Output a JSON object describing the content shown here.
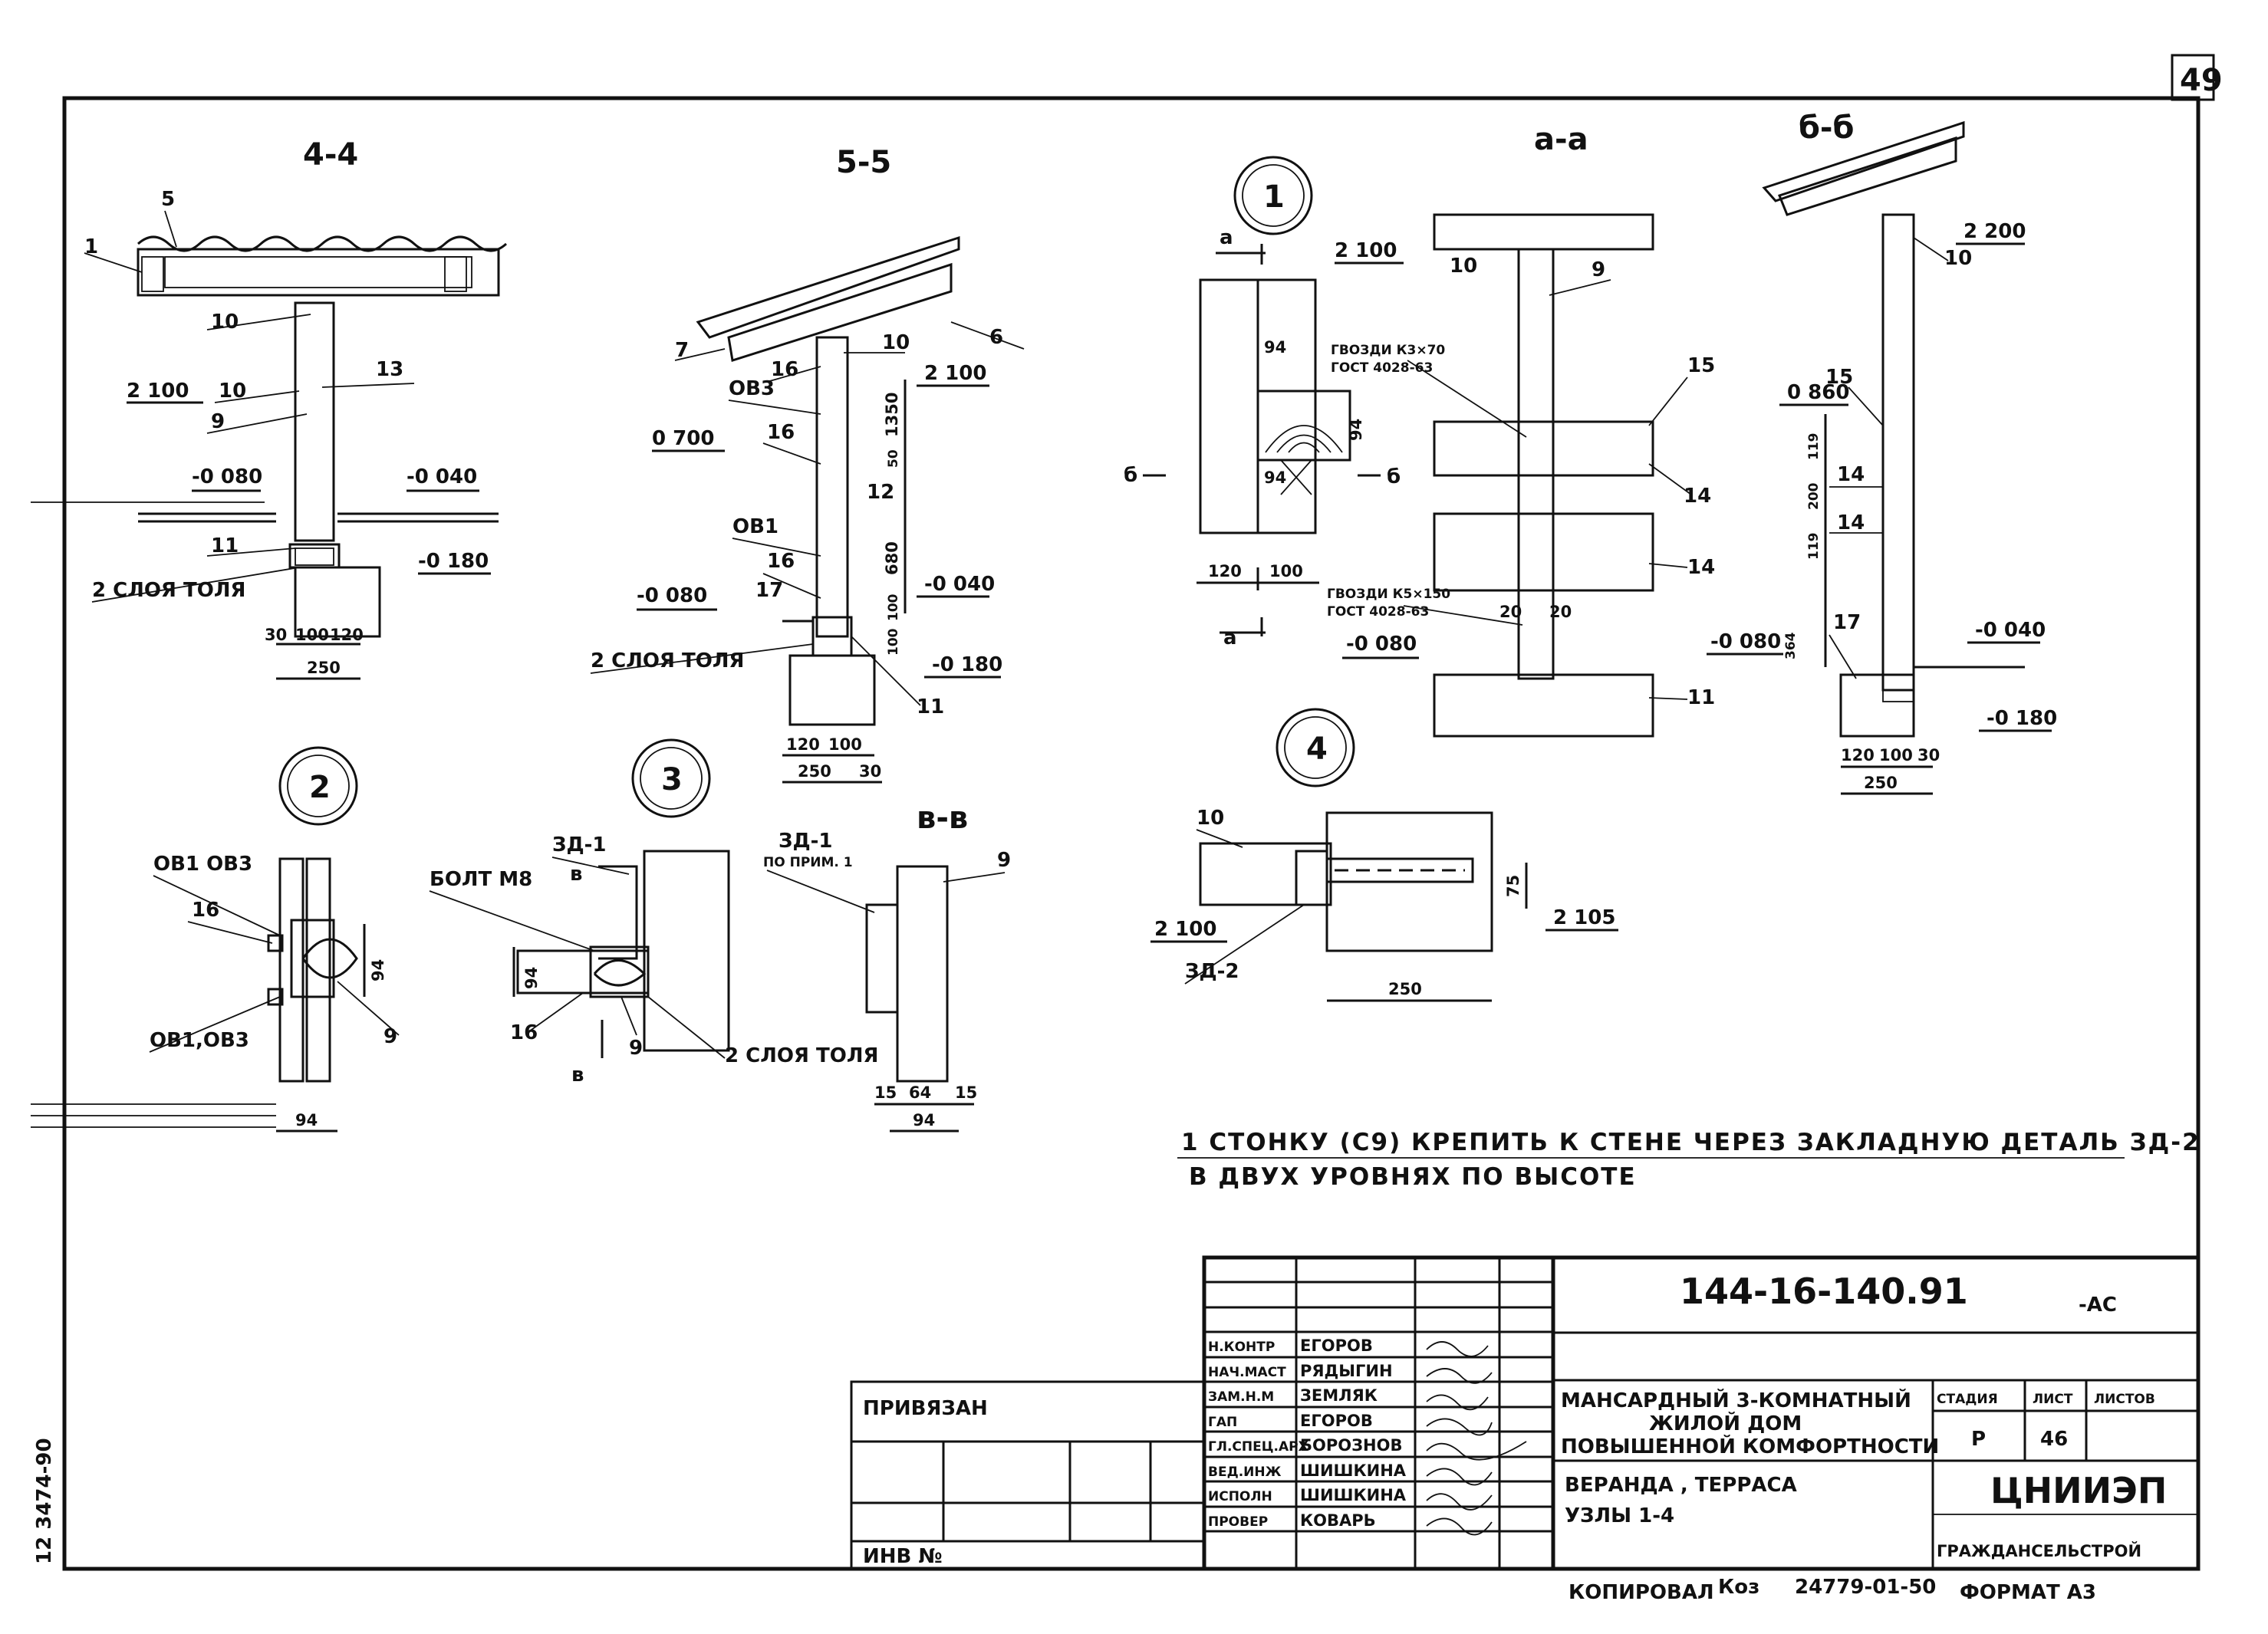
{
  "sheet": {
    "page_number": "49",
    "side_labels": {
      "left_vertical": "12 3474-90"
    },
    "notes": {
      "line1": "1 СТОНКУ (С9) КРЕПИТЬ К СТЕНЕ ЧЕРЕЗ ЗАКЛАДНУЮ ДЕТАЛЬ ЗД-2",
      "line2": "В ДВУХ УРОВНЯХ ПО ВЫСОТЕ"
    },
    "footer": {
      "copied_label": "КОПИРОВАЛ",
      "copied_sign": "Коз",
      "order_no": "24779-01-50",
      "format": "ФОРМАТ А3"
    }
  },
  "sections": {
    "s44": {
      "title": "4-4",
      "labels": [
        "5",
        "1",
        "10",
        "2 100",
        "10",
        "9",
        "13",
        "-0 080",
        "-0 040",
        "11",
        "-0 180",
        "2 СЛОЯ ТОЛЯ",
        "30",
        "100",
        "120",
        "250"
      ]
    },
    "s55": {
      "title": "5-5",
      "labels": [
        "7",
        "6",
        "16",
        "10",
        "2 100",
        "ОВ3",
        "16",
        "0 700",
        "50",
        "1350",
        "12",
        "680",
        "ОВ1",
        "16",
        "17",
        "-0 080",
        "-0 040",
        "100",
        "100",
        "2 СЛОЯ ТОЛЯ",
        "-0 180",
        "11",
        "120",
        "100",
        "250",
        "30"
      ]
    },
    "saa": {
      "title": "а-а",
      "labels": [
        "2 100",
        "10",
        "9",
        "15",
        "ГВОЗДИ К3×70",
        "ГОСТ 4028-63",
        "0 860",
        "14",
        "14",
        "ГВОЗДИ К5×150",
        "ГОСТ 4028-63",
        "-0 080",
        "11",
        "20",
        "20"
      ]
    },
    "sbb": {
      "title": "б-б",
      "labels": [
        "2 200",
        "10",
        "15",
        "14",
        "14",
        "17",
        "-0 080",
        "-0 040",
        "-0 180",
        "120",
        "100",
        "30",
        "250",
        "119",
        "200",
        "119",
        "364"
      ]
    },
    "svv": {
      "title": "в-в",
      "labels": [
        "ЗД-1",
        "ПО ПРИМ. 1",
        "9",
        "15",
        "64",
        "15",
        "94"
      ]
    },
    "node1": {
      "title": "1",
      "labels": [
        "а",
        "б",
        "б",
        "а",
        "94",
        "94",
        "94",
        "120",
        "100"
      ]
    },
    "node2": {
      "title": "2",
      "labels": [
        "ОВ1 ОВ3",
        "16",
        "94",
        "9",
        "ОВ1,ОВ3",
        "94"
      ]
    },
    "node3": {
      "title": "3",
      "labels": [
        "ЗД-1",
        "в",
        "БОЛТ М8",
        "94",
        "16",
        "в",
        "9",
        "2 СЛОЯ ТОЛЯ"
      ]
    },
    "node4": {
      "title": "4",
      "labels": [
        "10",
        "2 100",
        "ЗД-2",
        "75",
        "2 105",
        "250"
      ]
    }
  },
  "title_block": {
    "doc_code": "144-16-140.91",
    "doc_suffix": "-АС",
    "privyazan": "ПРИВЯЗАН",
    "inv_no": "ИНВ №",
    "signatures": [
      {
        "role": "Н.КОНТР",
        "name": "ЕГОРОВ"
      },
      {
        "role": "НАЧ.МАСТ",
        "name": "РЯДЫГИН"
      },
      {
        "role": "ЗАМ.Н.М",
        "name": "ЗЕМЛЯК"
      },
      {
        "role": "ГАП",
        "name": "ЕГОРОВ"
      },
      {
        "role": "ГЛ.СПЕЦ.АРХ",
        "name": "БОРОЗНОВ"
      },
      {
        "role": "ВЕД.ИНЖ",
        "name": "ШИШКИНА"
      },
      {
        "role": "ИСПОЛН",
        "name": "ШИШКИНА"
      },
      {
        "role": "ПРОВЕР",
        "name": "КОВАРЬ"
      }
    ],
    "project_name": [
      "МАНСАРДНЫЙ 3-КОМНАТНЫЙ",
      "ЖИЛОЙ ДОМ",
      "ПОВЫШЕННОЙ КОМФОРТНОСТИ"
    ],
    "sheet_name": [
      "ВЕРАНДА , ТЕРРАСА",
      "УЗЛЫ 1-4"
    ],
    "stage_label": "СТАДИЯ",
    "sheet_label": "ЛИСТ",
    "sheets_label": "ЛИСТОВ",
    "stage": "Р",
    "sheet": "46",
    "org": "ЦНИИЭП",
    "org_sub": "ГРАЖДАНСЕЛЬСТРОЙ"
  }
}
